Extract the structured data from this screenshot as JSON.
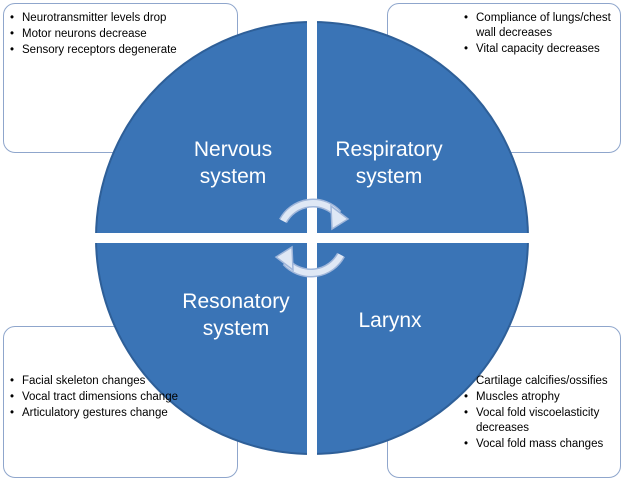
{
  "quadrants": {
    "nervous": {
      "title_lines": [
        "Nervous",
        "system"
      ],
      "bullets": [
        "Neurotransmitter levels drop",
        "Motor neurons decrease",
        "Sensory receptors degenerate"
      ]
    },
    "respiratory": {
      "title_lines": [
        "Respiratory",
        "system"
      ],
      "bullets": [
        "Compliance of lungs/chest wall decreases",
        "Vital capacity decreases"
      ]
    },
    "resonatory": {
      "title_lines": [
        "Resonatory",
        "system"
      ],
      "bullets": [
        "Facial skeleton changes",
        "Vocal tract dimensions change",
        "Articulatory gestures change"
      ]
    },
    "larynx": {
      "title_lines": [
        "Larynx"
      ],
      "lead_text": "Cartilage calcifies/ossifies",
      "bullets": [
        "Muscles atrophy",
        "Vocal fold viscoelasticity decreases",
        "Vocal fold mass changes"
      ]
    }
  },
  "colors": {
    "circle_fill": "#3a74b6",
    "circle_stroke": "#2e5f98",
    "box_border": "#8fa6cc",
    "arrow_fill": "#dfe8f5",
    "arrow_stroke": "#9fb6da"
  }
}
